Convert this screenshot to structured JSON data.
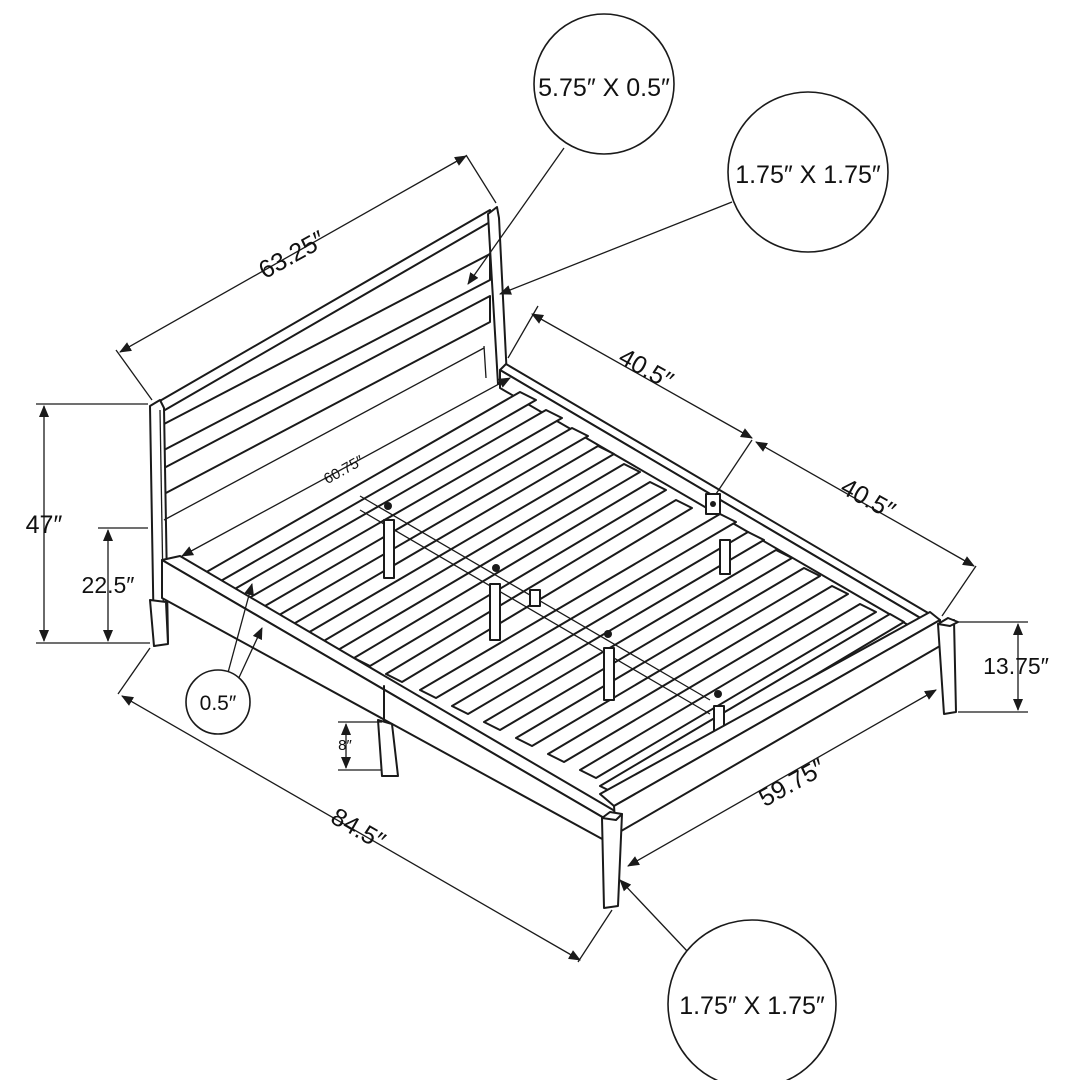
{
  "dimensions": {
    "headboard_width": "63.25″",
    "headboard_total_height": "47″",
    "headboard_post_height": "22.5″",
    "frame_height": "13.75″",
    "side_rail_length_1": "40.5″",
    "side_rail_length_2": "40.5″",
    "inner_width": "60.75″",
    "inner_length": "59.75″",
    "overall_length": "84.5″",
    "clearance": "8″"
  },
  "callouts": {
    "slat_size": "5.75″ X 0.5″",
    "post_size_top": "1.75″ X 1.75″",
    "post_size_bottom": "1.75″ X 1.75″",
    "rail_thickness": "0.5″"
  }
}
